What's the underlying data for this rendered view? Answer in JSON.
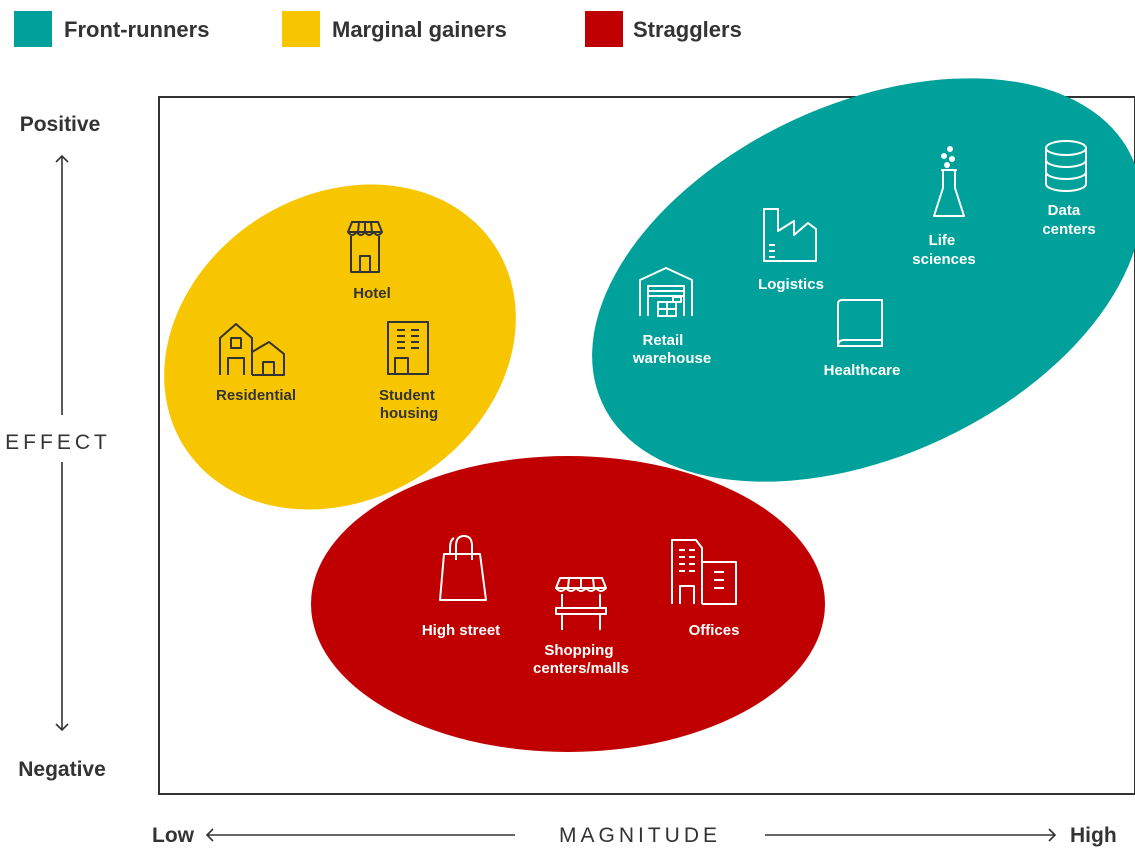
{
  "legend": [
    {
      "label": "Front-runners",
      "color": "#00a19a"
    },
    {
      "label": "Marginal gainers",
      "color": "#f7c600"
    },
    {
      "label": "Stragglers",
      "color": "#c00000"
    }
  ],
  "y_axis": {
    "title": "EFFECT",
    "top_label": "Positive",
    "bottom_label": "Negative"
  },
  "x_axis": {
    "title": "MAGNITUDE",
    "left_label": "Low",
    "right_label": "High"
  },
  "groups": {
    "marginal": {
      "name": "Marginal gainers",
      "color": "#f7c600",
      "items": [
        {
          "icon": "hotel-icon",
          "lines": [
            "Hotel"
          ]
        },
        {
          "icon": "residential-icon",
          "lines": [
            "Residential"
          ]
        },
        {
          "icon": "student-housing-icon",
          "lines": [
            "Student",
            "housing"
          ]
        }
      ]
    },
    "front": {
      "name": "Front-runners",
      "color": "#00a19a",
      "items": [
        {
          "icon": "retail-warehouse-icon",
          "lines": [
            "Retail",
            "warehouse"
          ]
        },
        {
          "icon": "logistics-icon",
          "lines": [
            "Logistics"
          ]
        },
        {
          "icon": "life-sciences-icon",
          "lines": [
            "Life",
            "sciences"
          ]
        },
        {
          "icon": "data-centers-icon",
          "lines": [
            "Data",
            "centers"
          ]
        },
        {
          "icon": "healthcare-icon",
          "lines": [
            "Healthcare"
          ]
        }
      ]
    },
    "stragglers": {
      "name": "Stragglers",
      "color": "#c00000",
      "items": [
        {
          "icon": "high-street-icon",
          "lines": [
            "High street"
          ]
        },
        {
          "icon": "shopping-centers-icon",
          "lines": [
            "Shopping",
            "centers/malls"
          ]
        },
        {
          "icon": "offices-icon",
          "lines": [
            "Offices"
          ]
        }
      ]
    }
  }
}
